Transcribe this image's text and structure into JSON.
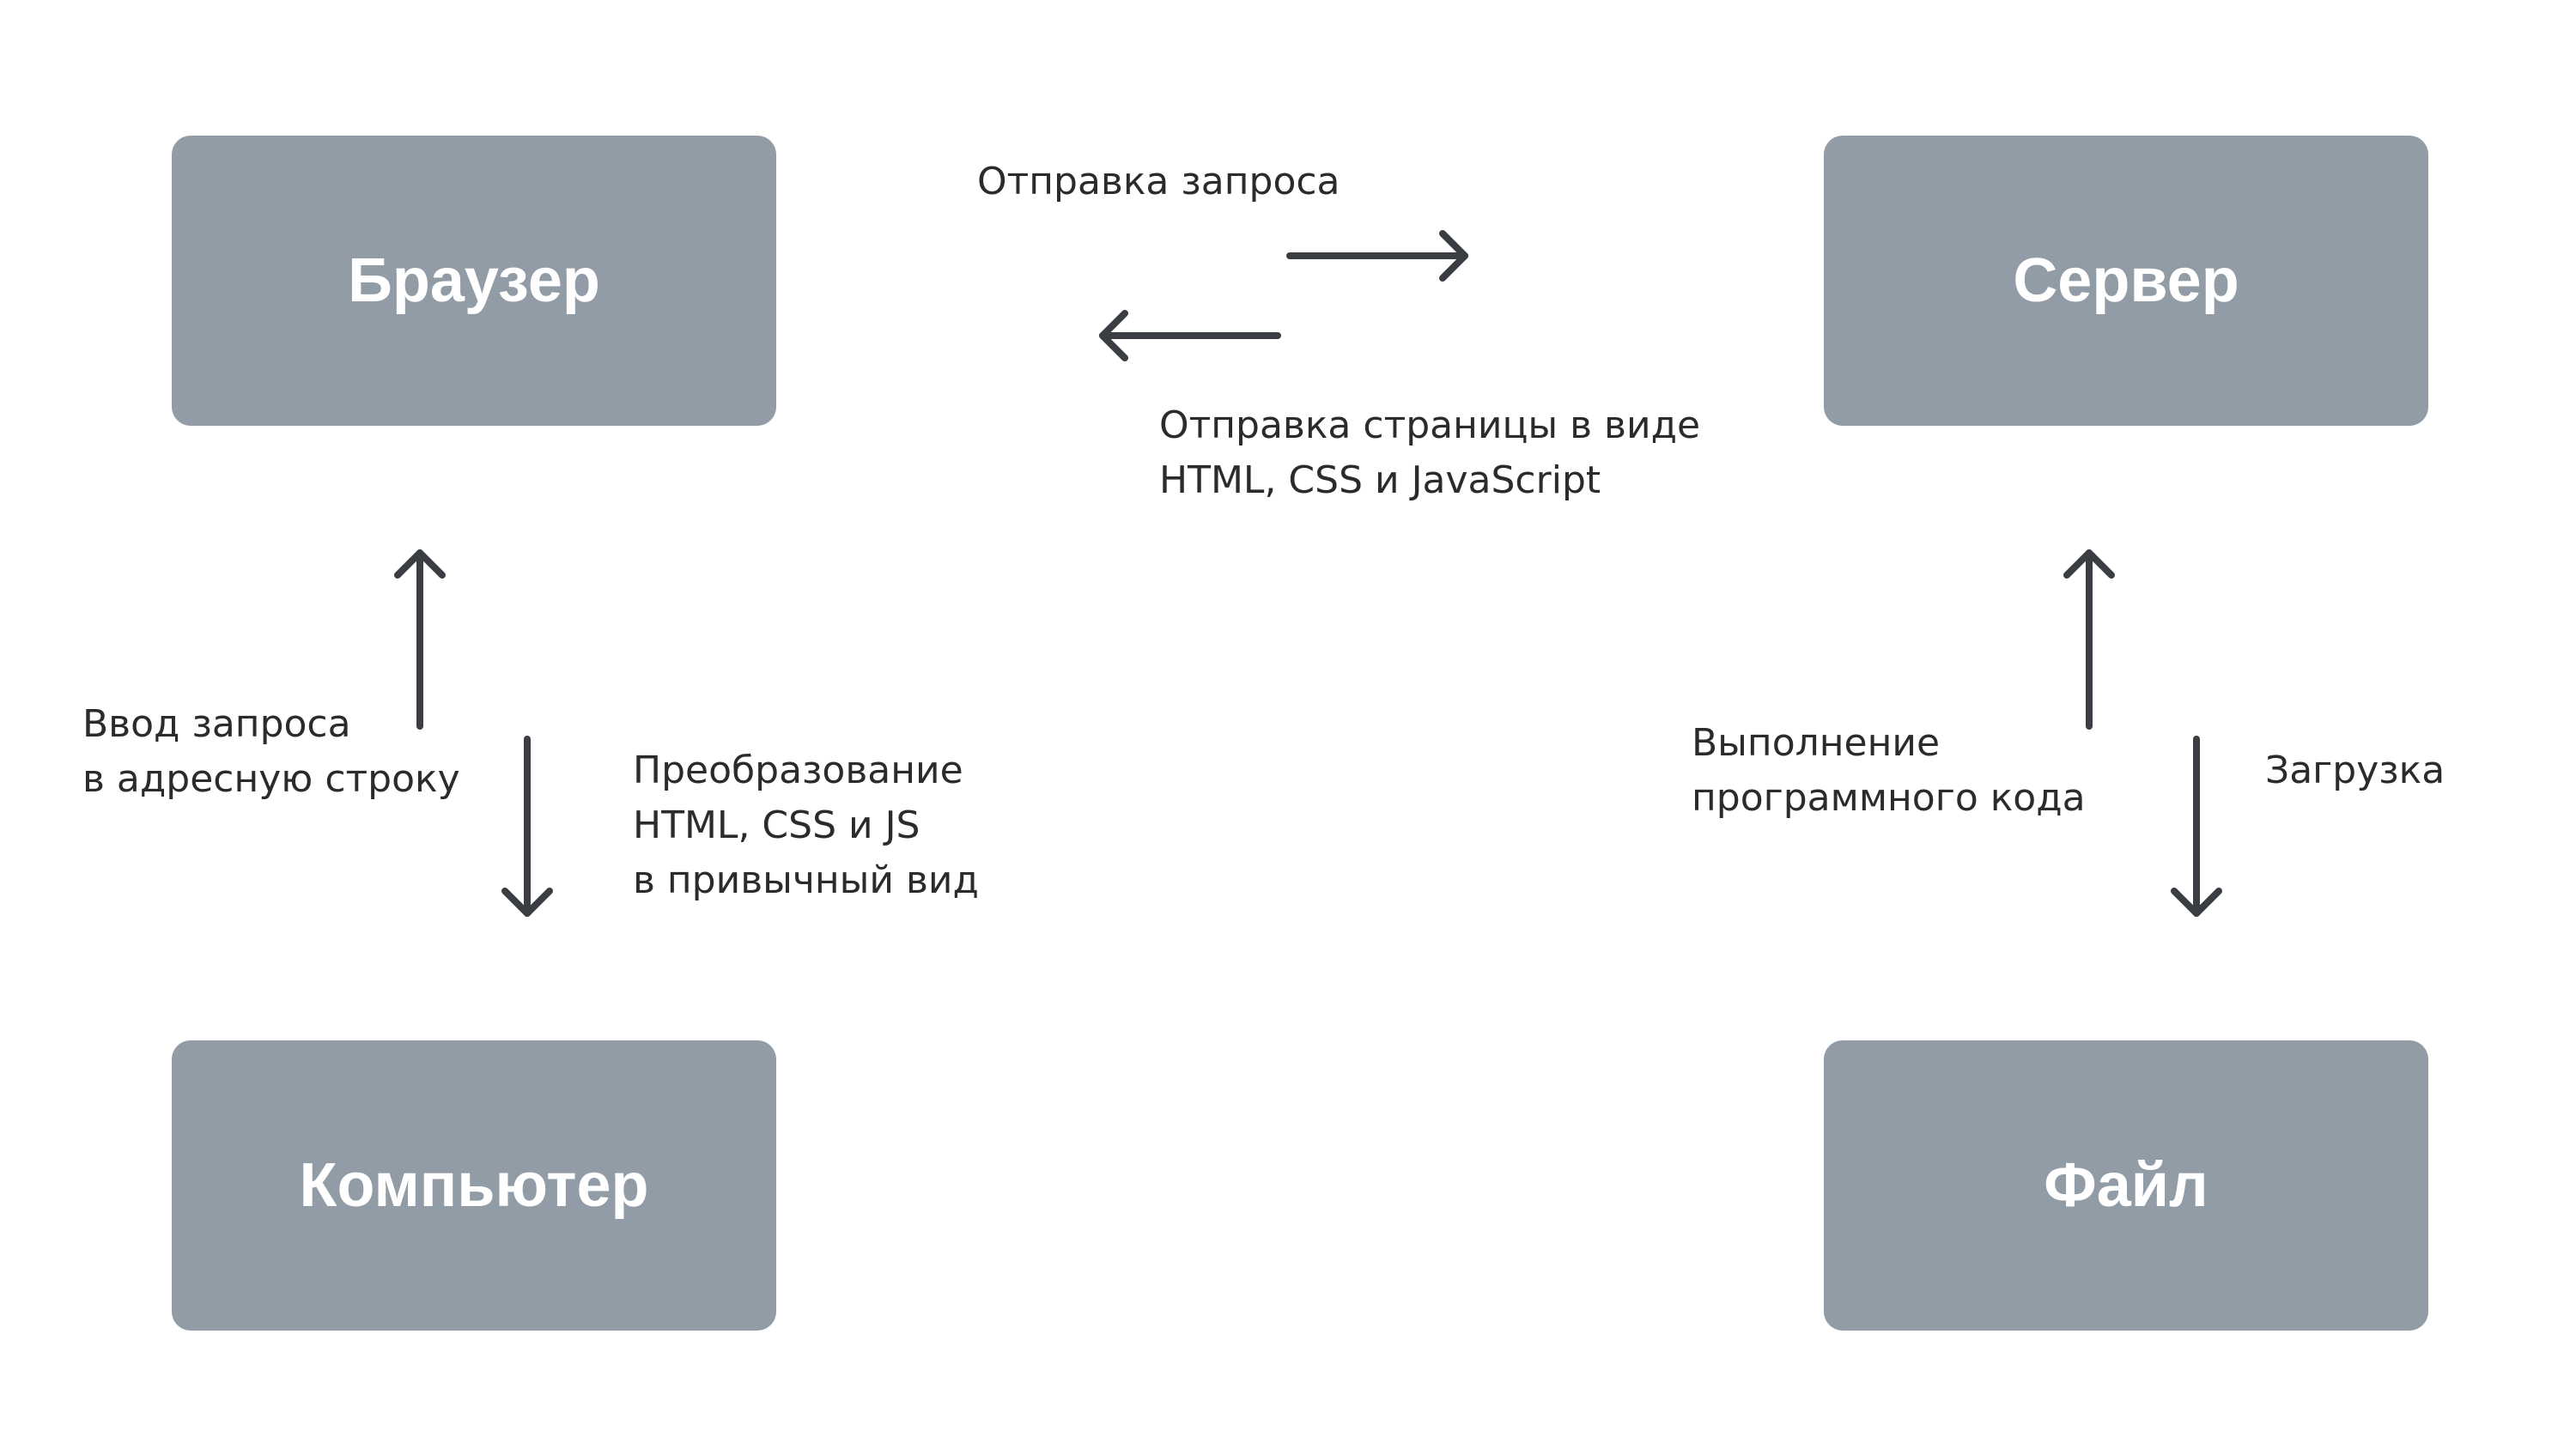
{
  "colors": {
    "node_fill": "#929ca7",
    "node_text": "#ffffff",
    "label_text": "#2b2b2b",
    "arrow": "#3a3d42",
    "background": "#ffffff"
  },
  "nodes": {
    "browser": "Браузер",
    "server": "Сервер",
    "computer": "Компьютер",
    "file": "Файл"
  },
  "edges": {
    "send_request": "Отправка запроса",
    "send_page": {
      "line1": "Отправка страницы в виде",
      "line2": "HTML, CSS и JavaScript"
    },
    "enter_query": {
      "line1": "Ввод запроса",
      "line2": "в адресную строку"
    },
    "transform": {
      "line1": "Преобразование",
      "line2": "HTML, CSS и JS",
      "line3": "в привычный вид"
    },
    "execute_code": {
      "line1": "Выполнение",
      "line2": "программного кода"
    },
    "load": "Загрузка"
  }
}
